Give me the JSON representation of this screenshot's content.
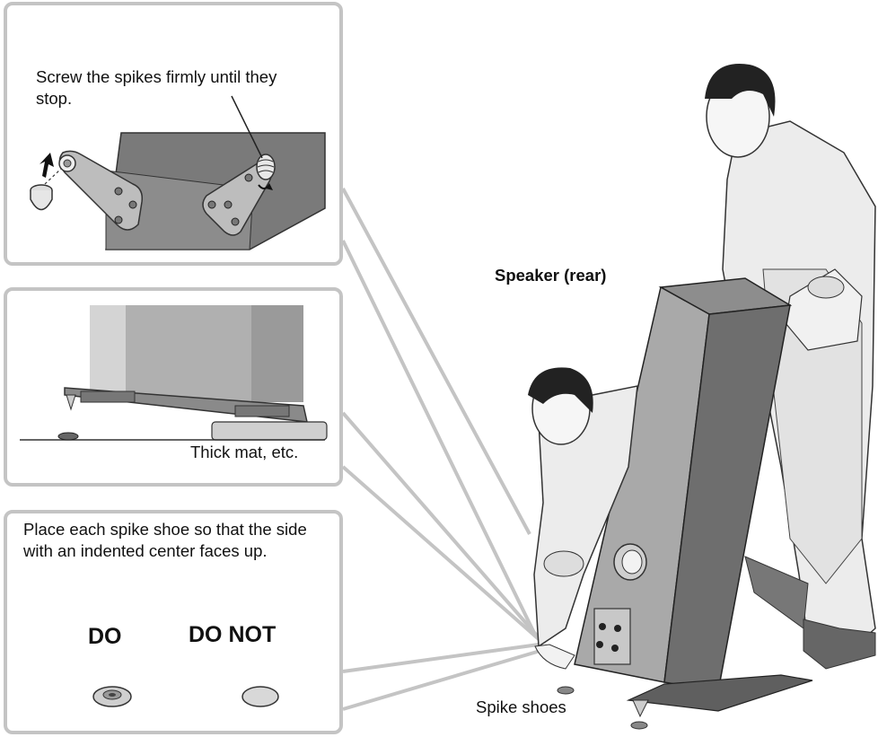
{
  "panels": {
    "spikes": {
      "instruction": "Screw the spikes firmly until they stop."
    },
    "mat": {
      "label": "Thick mat, etc."
    },
    "shoes": {
      "instruction": "Place each spike shoe so that the side with an indented center faces up.",
      "do_label": "DO",
      "do_not_label": "DO NOT"
    }
  },
  "main": {
    "speaker_label": "Speaker (rear)",
    "spike_shoes_label": "Spike shoes"
  }
}
